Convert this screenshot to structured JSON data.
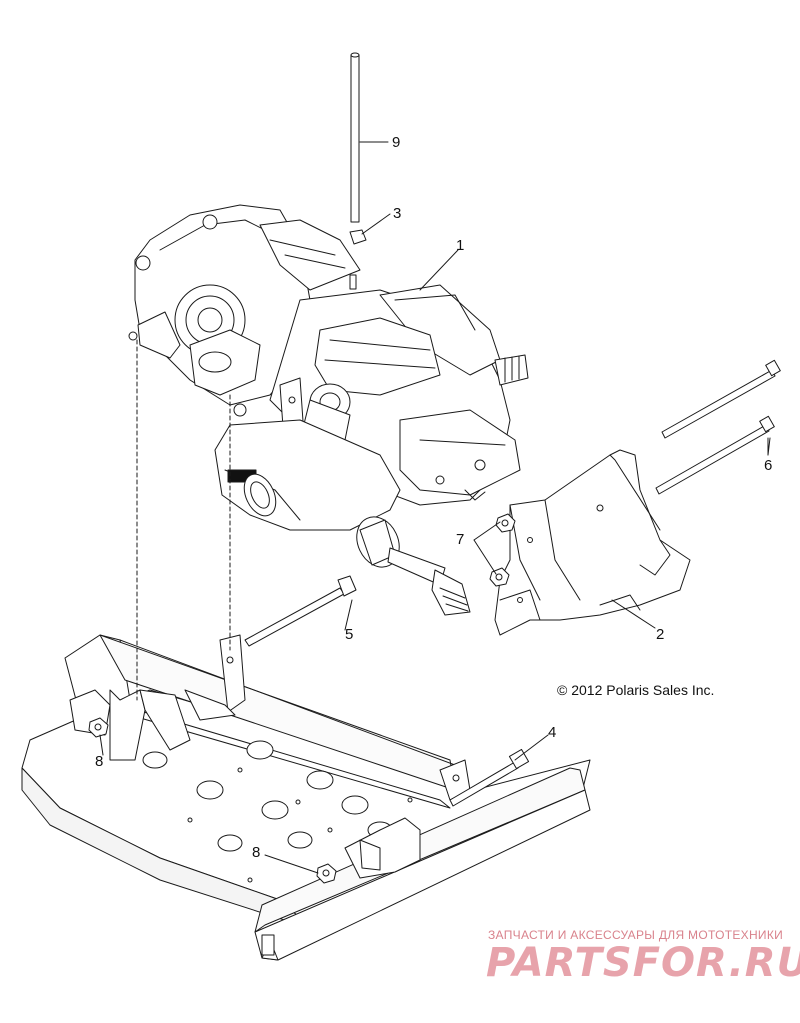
{
  "diagram": {
    "callouts": {
      "c1": "1",
      "c2": "2",
      "c3": "3",
      "c4": "4",
      "c5": "5",
      "c6": "6",
      "c7": "7",
      "c8a": "8",
      "c8b": "8",
      "c9": "9"
    },
    "copyright": "© 2012 Polaris Sales Inc.",
    "watermark": {
      "tagline": "ЗАПЧАСТИ И АКСЕССУАРЫ ДЛЯ МОТОТЕХНИКИ",
      "brand": "PARTSFOR.RU"
    }
  },
  "colors": {
    "line": "#1a1a1a",
    "background": "#ffffff",
    "watermark": "#e7a3ab"
  }
}
